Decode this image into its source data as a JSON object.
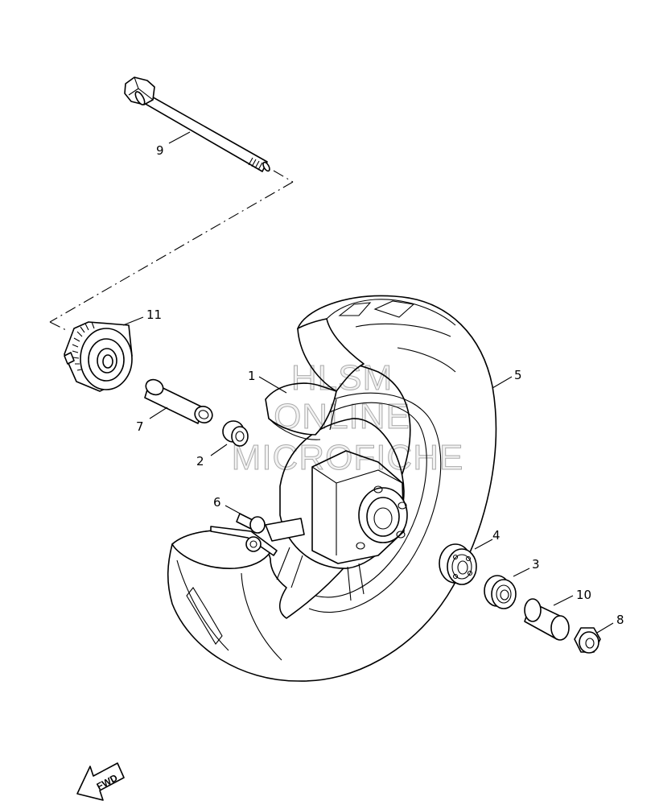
{
  "diagram": {
    "callouts": [
      {
        "id": "c1",
        "label": "1"
      },
      {
        "id": "c2",
        "label": "2"
      },
      {
        "id": "c3",
        "label": "3"
      },
      {
        "id": "c4",
        "label": "4"
      },
      {
        "id": "c5",
        "label": "5"
      },
      {
        "id": "c6",
        "label": "6"
      },
      {
        "id": "c7",
        "label": "7"
      },
      {
        "id": "c8",
        "label": "8"
      },
      {
        "id": "c9",
        "label": "9"
      },
      {
        "id": "c10",
        "label": "10"
      },
      {
        "id": "c11",
        "label": "11"
      }
    ],
    "watermark": [
      "HLSM",
      "ONLINE",
      "MICROFICHE"
    ],
    "direction_arrow": {
      "label": "FWD",
      "icon": "fwd-arrow-icon"
    }
  }
}
